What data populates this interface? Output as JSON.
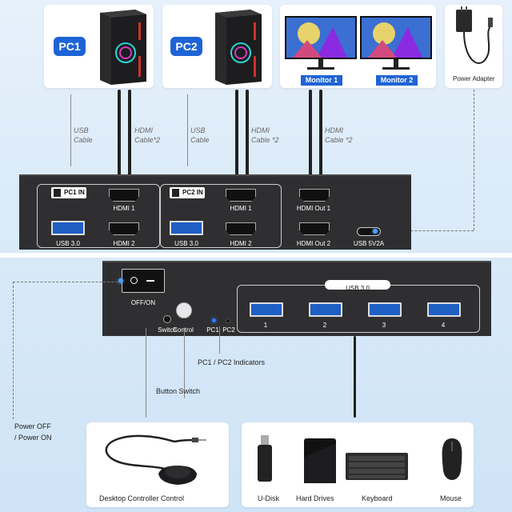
{
  "top": {
    "pc1_badge": "PC1",
    "pc2_badge": "PC2",
    "monitor1_label": "Monitor 1",
    "monitor2_label": "Monitor 2",
    "power_adapter_label": "Power Adapter",
    "usb_cable_1a": "USB",
    "usb_cable_1b": "Cable",
    "hdmi_cable_1a": "HDMI",
    "hdmi_cable_1b": "Cable*2",
    "usb_cable_2a": "USB",
    "usb_cable_2b": "Cable",
    "hdmi_cable_2a": "HDMI",
    "hdmi_cable_2b": "Cable *2",
    "hdmi_cable_3a": "HDMI",
    "hdmi_cable_3b": "Cable *2"
  },
  "back_panel": {
    "pc1_in": "PC1 IN",
    "pc2_in": "PC2 IN",
    "hdmi1_a": "HDMI 1",
    "hdmi1_b": "HDMI 1",
    "usb30_a": "USB 3.0",
    "hdmi2_a": "HDMI 2",
    "usb30_b": "USB 3.0",
    "hdmi2_b": "HDMI 2",
    "hdmi_out1": "HDMI Out 1",
    "hdmi_out2": "HDMI Out 2",
    "usb_5v2a": "USB 5V2A"
  },
  "front_panel": {
    "off_on": "OFF/ON",
    "switch": "Switch",
    "control": "Control",
    "pc1": "PC1",
    "pc2": "PC2",
    "usb30": "USB 3.0",
    "ports": [
      "1",
      "2",
      "3",
      "4"
    ]
  },
  "callouts": {
    "indicators": "PC1 / PC2 Indicators",
    "button_switch": "Button Switch",
    "power_a": "Power OFF",
    "power_b": "/ Power ON"
  },
  "bottom": {
    "desktop_controller": "Desktop Controller Control",
    "devices": [
      "U-Disk",
      "Hard Drives",
      "Keyboard",
      "Mouse"
    ]
  },
  "colors": {
    "accent": "#1e63d6",
    "device": "#2f2f31"
  }
}
